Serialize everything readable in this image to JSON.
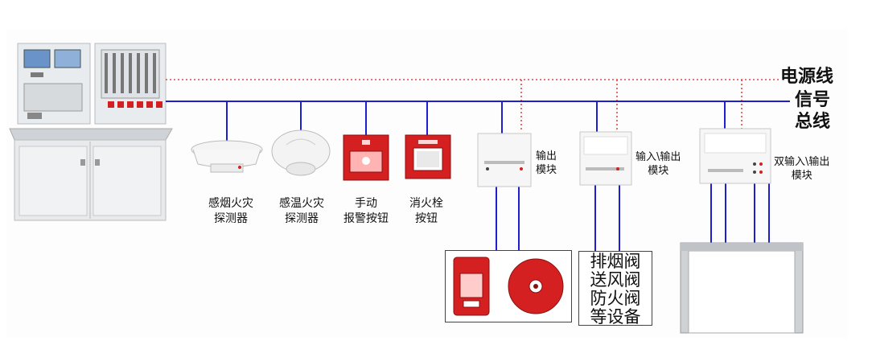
{
  "legend": {
    "power_line": "电源线",
    "signal_bus_line1": "信号",
    "signal_bus_line2": "总线"
  },
  "devices": {
    "smoke_detector": "感烟火灾\n探测器",
    "heat_detector": "感温火灾\n探测器",
    "manual_alarm": "手动\n报警按钮",
    "hydrant_button": "消火栓\n按钮",
    "output_module": "输出\n模块",
    "io_module": "输入\\输出\n模块",
    "dual_io_module": "双输入\\输出\n模块"
  },
  "valves_box": [
    "排烟阀",
    "送风阀",
    "防火阀",
    "等设备"
  ],
  "colors": {
    "signal_bus": "#1f1fd0",
    "power_line": "#e04848",
    "device_red": "#d42020"
  }
}
